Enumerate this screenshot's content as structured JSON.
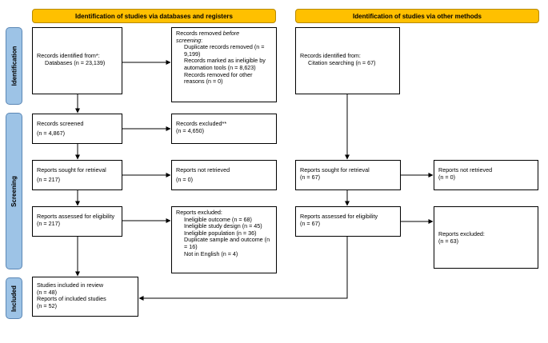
{
  "headers": {
    "left": "Identification of studies via databases and registers",
    "right": "Identification of studies via other methods"
  },
  "stages": {
    "identification": "Identification",
    "screening": "Screening",
    "included": "Included"
  },
  "boxes": {
    "records_identified": {
      "line1": "Records identified from*:",
      "line2": "Databases (n = 23,139)"
    },
    "records_removed": {
      "title_a": "Records removed ",
      "title_b": "before",
      "title_c": "screening",
      "title_d": ":",
      "items": [
        "Duplicate records removed (n = 9,199)",
        "Records marked as ineligible by automation tools (n = 8,623)",
        "Records removed for other reasons (n = 0)"
      ]
    },
    "records_screened": {
      "line1": "Records screened",
      "line2": "(n = 4,867)"
    },
    "records_excluded": {
      "line1": "Records excluded**",
      "line2": "(n = 4,650)"
    },
    "reports_sought": {
      "line1": "Reports sought for retrieval",
      "line2": "(n = 217)"
    },
    "reports_not_retrieved": {
      "line1": "Reports not retrieved",
      "line2": "(n = 0)"
    },
    "reports_assessed": {
      "line1": "Reports assessed for eligibility",
      "line2": "(n = 217)"
    },
    "reports_excluded": {
      "title": "Reports excluded:",
      "items": [
        "Ineligible outcome (n = 68)",
        "Ineligible study design (n = 45)",
        "Ineligible population (n = 36)",
        "Duplicate sample and outcome (n = 16)",
        "Not in English (n = 4)"
      ]
    },
    "studies_included": {
      "line1": "Studies included in review",
      "line2": "(n = 48)",
      "line3": "Reports of included studies",
      "line4": "(n = 52)"
    },
    "other_identified": {
      "line1": "Records identified from:",
      "line2": "Citation searching (n = 67)"
    },
    "other_sought": {
      "line1": "Reports sought for retrieval",
      "line2": "(n = 67)"
    },
    "other_not_retrieved": {
      "line1": "Reports not retrieved",
      "line2": "(n = 0)"
    },
    "other_assessed": {
      "line1": "Reports assessed for eligibility",
      "line2": "(n = 67)"
    },
    "other_excluded": {
      "line1": "Reports excluded:",
      "line2": "(n = 63)"
    }
  },
  "colors": {
    "header": "#ffc000",
    "stage": "#9dc3e6"
  }
}
